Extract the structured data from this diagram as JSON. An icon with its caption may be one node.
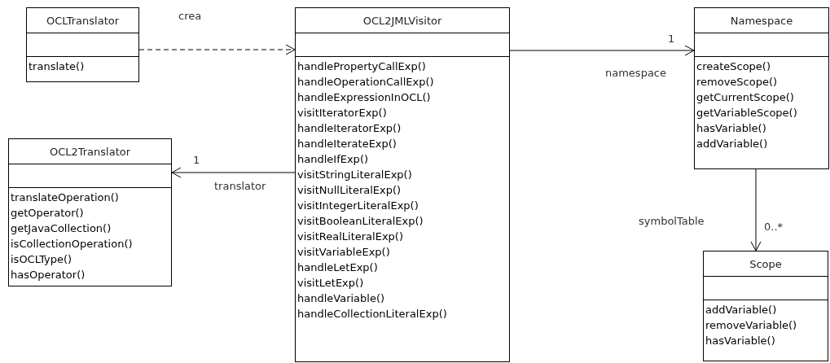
{
  "diagram": {
    "nodes": [
      {
        "text": [
          "OCLTranslator",
          "translate()"
        ]
      },
      {
        "text": [
          "OCL2JMLVisitor",
          "handlePropertyCallExp()",
          "handleOperationCallExp()",
          "handleExpressionInOCL()",
          "visitIteratorExp()",
          "handleIteratorExp()",
          "handleIterateExp()",
          "handleIfExp()",
          "visitStringLiteralExp()",
          "visitNullLiteralExp()",
          "visitIntegerLiteralExp()",
          "visitBooleanLiteralExp()",
          "visitRealLiteralExp()",
          "visitVariableExp()",
          "handleLetExp()",
          "visitLetExp()",
          "handleVariable()",
          "handleCollectionLiteralExp()"
        ]
      },
      {
        "text": [
          "Namespace",
          "createScope()",
          "removeScope()",
          "getCurrentScope()",
          "getVariableScope()",
          "hasVariable()",
          "addVariable()"
        ]
      },
      {
        "text": [
          "OCL2Translator",
          "translateOperation()",
          "getOperator()",
          "getJavaCollection()",
          "isCollectionOperation()",
          "isOCLType()",
          "hasOperator()"
        ]
      },
      {
        "text": [
          "Scope",
          "addVariable()",
          "removeVariable()",
          "hasVariable()"
        ]
      }
    ],
    "edges": [
      {
        "from": 0,
        "to": 1,
        "arrow": "to",
        "label": "crea",
        "style": "dashed"
      },
      {
        "from": 1,
        "to": 2,
        "arrow": "to",
        "label": "namespace"
      },
      {
        "from": 1,
        "to": 3,
        "arrow": "to",
        "label": "translator"
      },
      {
        "from": 2,
        "to": 4,
        "arrow": "to",
        "label": "symbolTable"
      }
    ],
    "labels": [
      "1",
      "1",
      "0..*"
    ]
  }
}
